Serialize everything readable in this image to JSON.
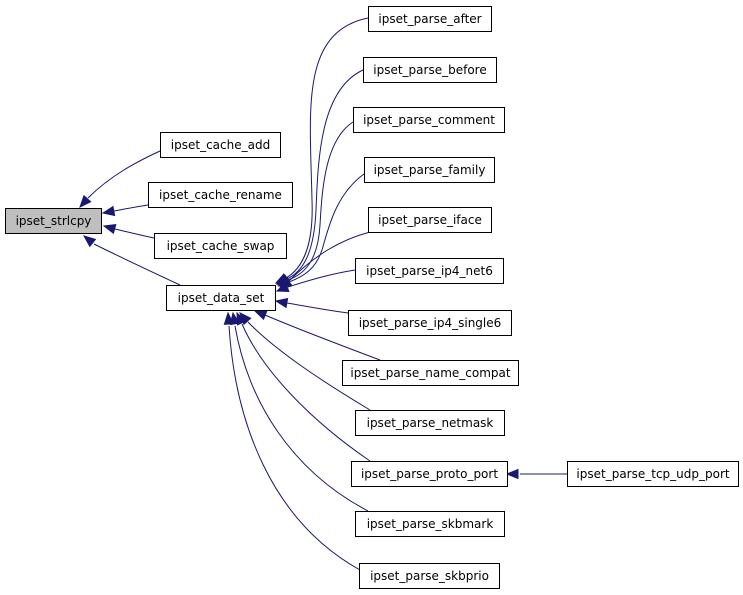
{
  "diagram": {
    "nodes": [
      {
        "id": "strlcpy",
        "label": "ipset_strlcpy",
        "highlighted": true
      },
      {
        "id": "cache_add",
        "label": "ipset_cache_add"
      },
      {
        "id": "cache_rename",
        "label": "ipset_cache_rename"
      },
      {
        "id": "cache_swap",
        "label": "ipset_cache_swap"
      },
      {
        "id": "data_set",
        "label": "ipset_data_set"
      },
      {
        "id": "parse_after",
        "label": "ipset_parse_after"
      },
      {
        "id": "parse_before",
        "label": "ipset_parse_before"
      },
      {
        "id": "parse_comment",
        "label": "ipset_parse_comment"
      },
      {
        "id": "parse_family",
        "label": "ipset_parse_family"
      },
      {
        "id": "parse_iface",
        "label": "ipset_parse_iface"
      },
      {
        "id": "parse_ip4_net6",
        "label": "ipset_parse_ip4_net6"
      },
      {
        "id": "parse_ip4_single6",
        "label": "ipset_parse_ip4_single6"
      },
      {
        "id": "parse_name_compat",
        "label": "ipset_parse_name_compat"
      },
      {
        "id": "parse_netmask",
        "label": "ipset_parse_netmask"
      },
      {
        "id": "parse_proto_port",
        "label": "ipset_parse_proto_port"
      },
      {
        "id": "parse_skbmark",
        "label": "ipset_parse_skbmark"
      },
      {
        "id": "parse_skbprio",
        "label": "ipset_parse_skbprio"
      },
      {
        "id": "parse_tcp_udp_port",
        "label": "ipset_parse_tcp_udp_port"
      }
    ],
    "edges": [
      {
        "from": "cache_add",
        "to": "strlcpy"
      },
      {
        "from": "cache_rename",
        "to": "strlcpy"
      },
      {
        "from": "cache_swap",
        "to": "strlcpy"
      },
      {
        "from": "data_set",
        "to": "strlcpy"
      },
      {
        "from": "parse_after",
        "to": "data_set"
      },
      {
        "from": "parse_before",
        "to": "data_set"
      },
      {
        "from": "parse_comment",
        "to": "data_set"
      },
      {
        "from": "parse_family",
        "to": "data_set"
      },
      {
        "from": "parse_iface",
        "to": "data_set"
      },
      {
        "from": "parse_ip4_net6",
        "to": "data_set"
      },
      {
        "from": "parse_ip4_single6",
        "to": "data_set"
      },
      {
        "from": "parse_name_compat",
        "to": "data_set"
      },
      {
        "from": "parse_netmask",
        "to": "data_set"
      },
      {
        "from": "parse_proto_port",
        "to": "data_set"
      },
      {
        "from": "parse_skbmark",
        "to": "data_set"
      },
      {
        "from": "parse_skbprio",
        "to": "data_set"
      },
      {
        "from": "parse_tcp_udp_port",
        "to": "parse_proto_port"
      }
    ],
    "colors": {
      "edge": "#191970",
      "highlighted_fill": "#bfbfbf",
      "node_fill": "#ffffff",
      "node_border": "#000000"
    }
  }
}
